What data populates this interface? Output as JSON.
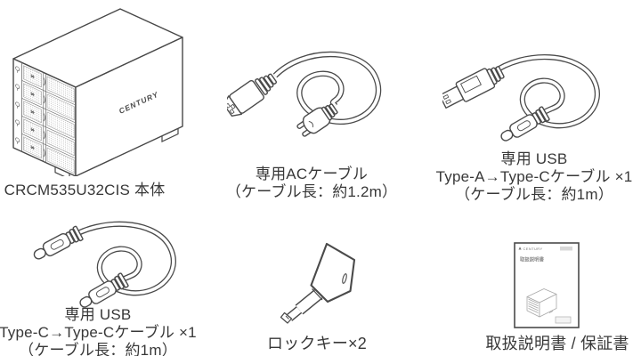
{
  "page_title": "package contents illustration",
  "brand": "CENTURY",
  "items": [
    {
      "id": "enclosure",
      "caption_lines": [
        "CRCM535U32CIS 本体"
      ]
    },
    {
      "id": "ac-cable",
      "caption_lines": [
        "専用ACケーブル",
        "（ケーブル長：約1.2m）"
      ]
    },
    {
      "id": "usb-a-to-c-cable",
      "caption_lines": [
        "専用 USB",
        "Type-A→Type-Cケーブル ×1",
        "（ケーブル長：約1m）"
      ]
    },
    {
      "id": "usb-c-to-c-cable",
      "caption_lines": [
        "専用 USB",
        "Type-C→Type-Cケーブル ×1",
        "（ケーブル長：約1m）"
      ]
    },
    {
      "id": "lock-key",
      "caption_lines": [
        "ロックキー×2"
      ]
    },
    {
      "id": "manual",
      "caption_lines": [
        "取扱説明書 / 保証書"
      ]
    }
  ],
  "manual_cover": {
    "brand": "CENTURY",
    "title": "取扱説明書"
  },
  "colors": {
    "ink": "#4a4a4a",
    "caption": "#383838",
    "mesh_dot": "#9a9a9a"
  }
}
